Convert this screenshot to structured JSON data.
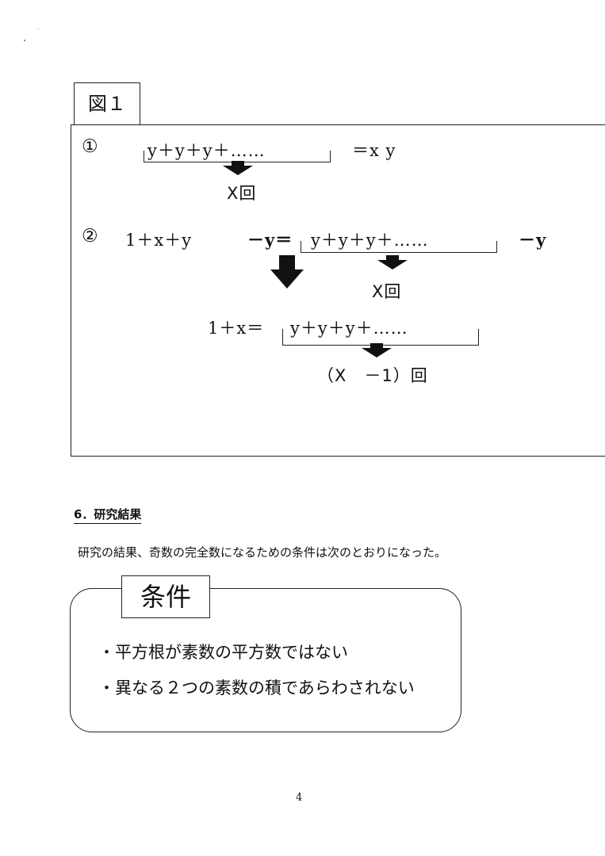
{
  "figure": {
    "label": "図１",
    "eq1": {
      "marker": "①",
      "sum": "y＋y＋y＋……",
      "rhs": "＝x y",
      "count": "X回"
    },
    "eq2": {
      "marker": "②",
      "lhs": "1＋x＋y",
      "minus_y": "－y＝",
      "sum": "y＋y＋y＋……",
      "minus_y_end": "－y",
      "count": "X回",
      "result_lhs": "1＋x＝",
      "result_sum": "y＋y＋y＋……",
      "result_count": "（X　－1）回"
    }
  },
  "section": {
    "heading": "6．研究結果",
    "body": "研究の結果、奇数の完全数になるための条件は次のとおりになった。"
  },
  "conditions": {
    "label": "条件",
    "items": [
      "・平方根が素数の平方数ではない",
      "・異なる２つの素数の積であらわされない"
    ]
  },
  "page_number": "4"
}
